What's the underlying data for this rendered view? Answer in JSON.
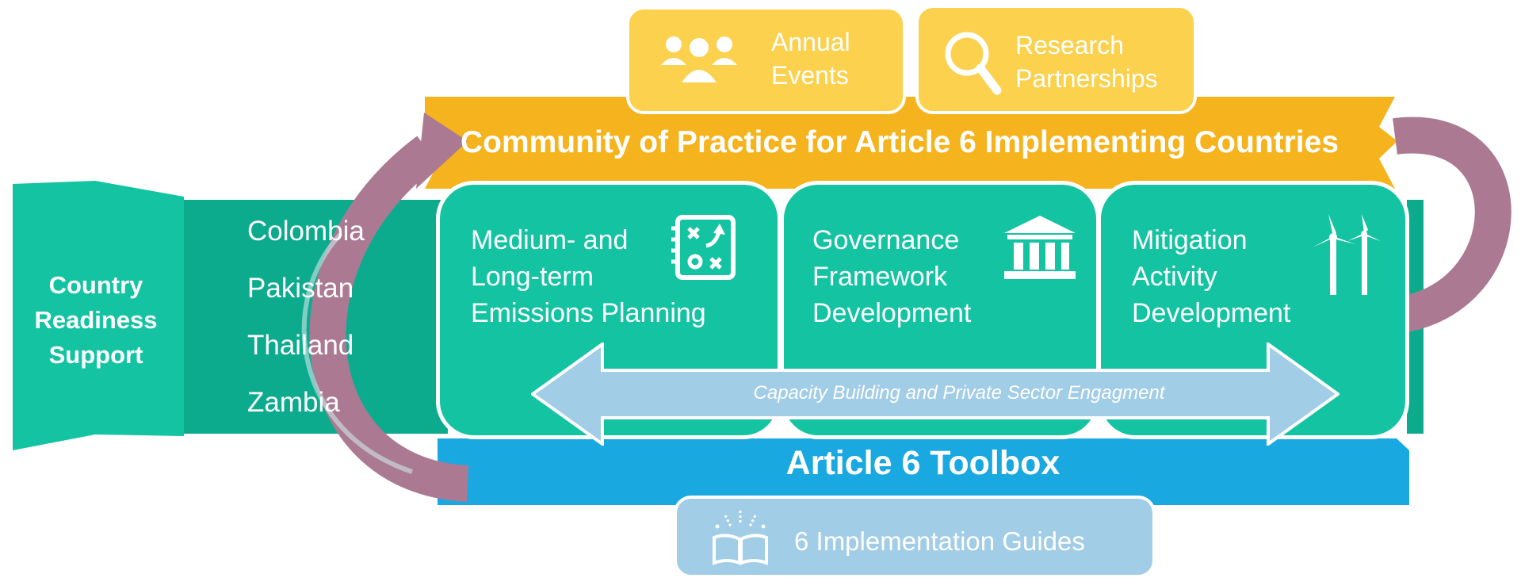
{
  "top_tiles": [
    {
      "line1": "Annual",
      "line2": "Events",
      "icon": "people-group-icon"
    },
    {
      "line1": "Research",
      "line2": "Partnerships",
      "icon": "magnifier-icon"
    }
  ],
  "banner": {
    "title": "Community of Practice for Article 6 Implementing Countries"
  },
  "readiness": {
    "line1": "Country",
    "line2": "Readiness",
    "line3": "Support"
  },
  "countries": [
    "Colombia",
    "Pakistan",
    "Thailand",
    "Zambia"
  ],
  "panels": [
    {
      "line1": "Medium- and",
      "line2": "Long-term",
      "line3": "Emissions Planning",
      "icon": "strategy-board-icon"
    },
    {
      "line1": "Governance",
      "line2": "Framework",
      "line3": "Development",
      "icon": "government-building-icon"
    },
    {
      "line1": "Mitigation",
      "line2": "Activity",
      "line3": "Development",
      "icon": "wind-turbine-icon"
    }
  ],
  "arrow": {
    "label": "Capacity Building and Private Sector Engagment"
  },
  "toolbox": {
    "title": "Article 6 Toolbox"
  },
  "guides": {
    "label": "6 Implementation Guides",
    "icon": "open-book-icon"
  },
  "colors": {
    "teal": "#14c3a2",
    "dark_teal": "#0dab8e",
    "amber": "#f5b31e",
    "light_amber": "#fcd14d",
    "blue": "#1aa8e0",
    "light_blue": "#a2cde6",
    "mauve": "#ab7a92"
  }
}
